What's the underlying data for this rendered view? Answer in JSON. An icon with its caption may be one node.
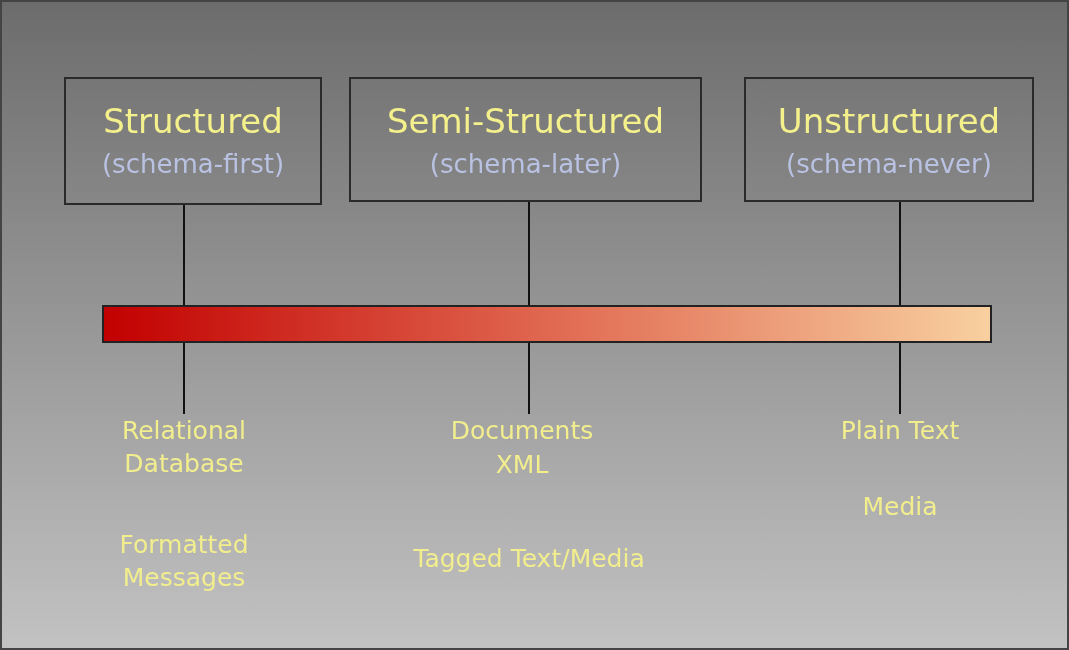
{
  "diagram": {
    "nodes": [
      {
        "text": [
          "Structured",
          "(schema-first)"
        ]
      },
      {
        "text": [
          "Semi-Structured",
          "(schema-later)"
        ]
      },
      {
        "text": [
          "Unstructured",
          "(schema-never)"
        ]
      },
      {
        "text": [],
        "shape": "bar"
      },
      {
        "text": [
          "Relational Database"
        ]
      },
      {
        "text": [
          "Formatted Messages"
        ]
      },
      {
        "text": [
          "Documents"
        ]
      },
      {
        "text": [
          "XML"
        ]
      },
      {
        "text": [
          "Tagged Text/Media"
        ]
      },
      {
        "text": [
          "Plain Text"
        ]
      },
      {
        "text": [
          "Media"
        ]
      }
    ],
    "edges": [
      {
        "from": 0,
        "to": 3,
        "arrow": "none"
      },
      {
        "from": 1,
        "to": 3,
        "arrow": "none"
      },
      {
        "from": 2,
        "to": 3,
        "arrow": "none"
      },
      {
        "from": 3,
        "to": 4,
        "arrow": "none"
      },
      {
        "from": 3,
        "to": 6,
        "arrow": "none"
      },
      {
        "from": 3,
        "to": 9,
        "arrow": "none"
      }
    ]
  }
}
